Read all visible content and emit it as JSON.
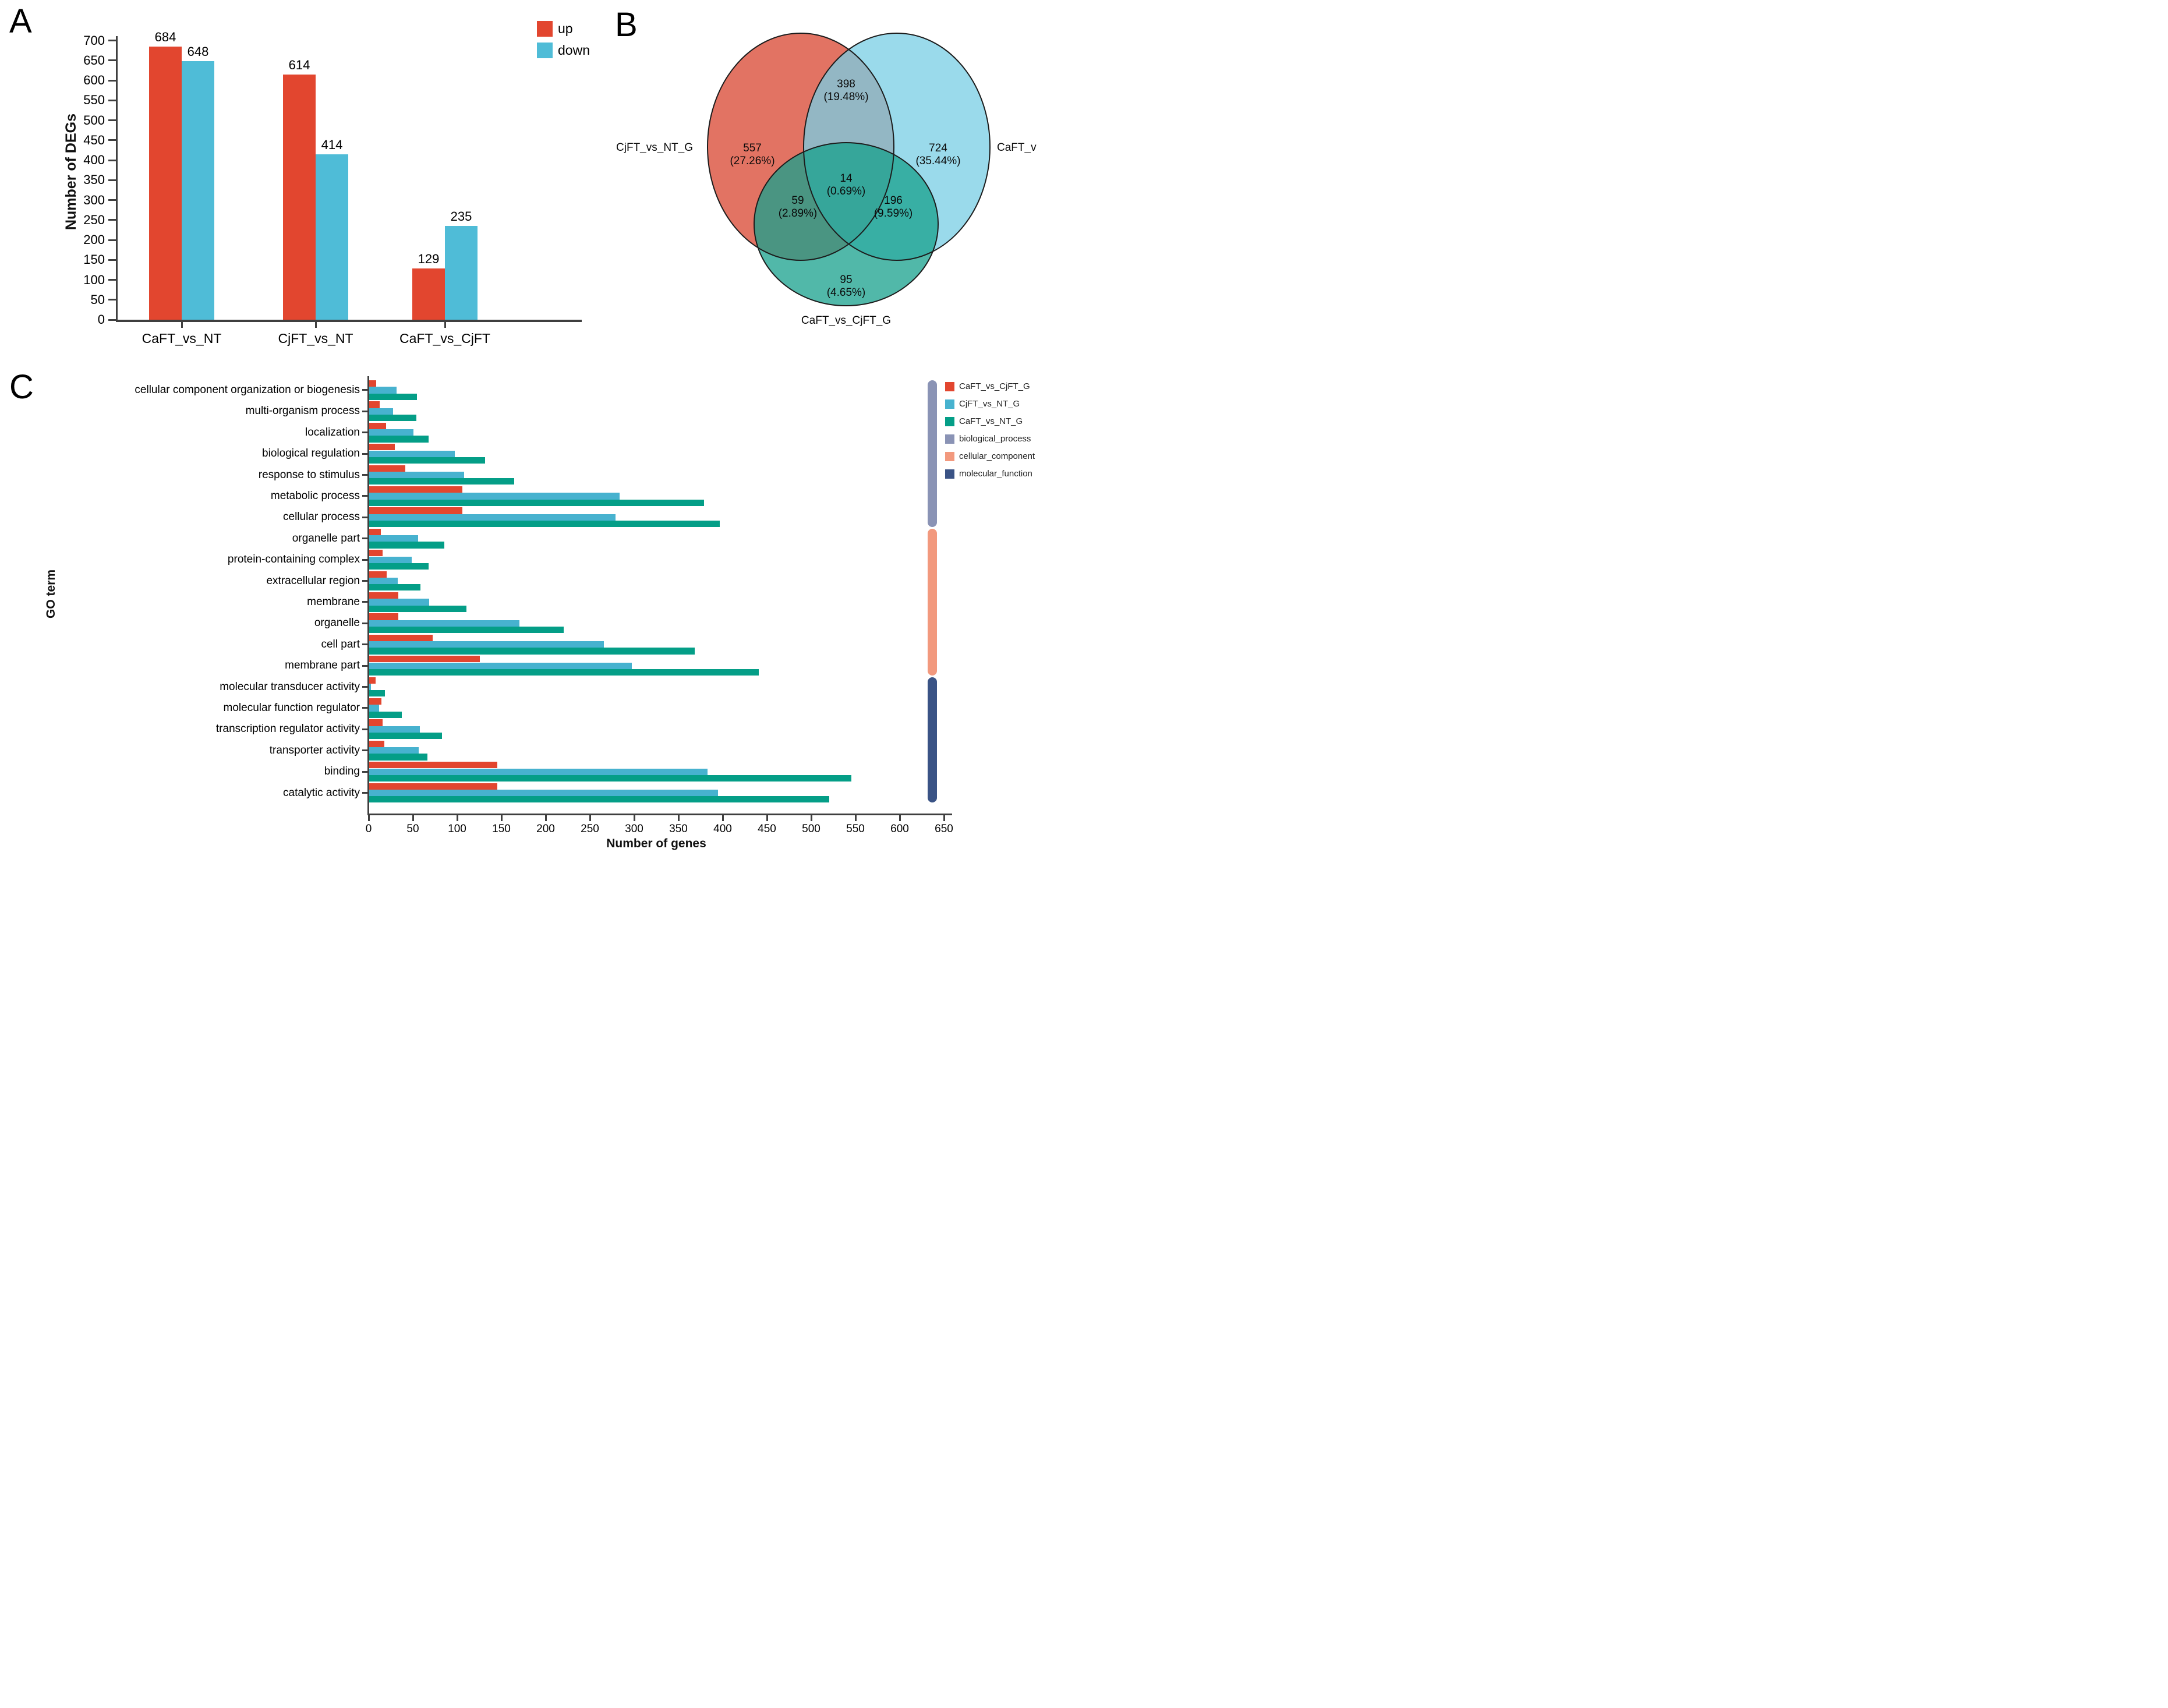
{
  "figure": {
    "panel_letters": {
      "a": "A",
      "b": "B",
      "c": "C"
    }
  },
  "chart_data": [
    {
      "id": "A",
      "type": "bar",
      "title": "",
      "xlabel": "",
      "ylabel": "Number of DEGs",
      "categories": [
        "CaFT_vs_NT",
        "CjFT_vs_NT",
        "CaFT_vs_CjFT"
      ],
      "series": [
        {
          "name": "up",
          "color": "#e2462f",
          "values": [
            684,
            614,
            129
          ]
        },
        {
          "name": "down",
          "color": "#4fbcd7",
          "values": [
            648,
            414,
            235
          ]
        }
      ],
      "ylim": [
        0,
        700
      ],
      "ytick_step": 50,
      "grid": false,
      "legend_position": "top-right",
      "bar_value_labels": true
    },
    {
      "id": "B",
      "type": "venn",
      "sets": [
        {
          "label": "CjFT_vs_NT_G",
          "position": "left"
        },
        {
          "label": "CaFT_vs_NT_G",
          "position": "right"
        },
        {
          "label": "CaFT_vs_CjFT_G",
          "position": "bottom"
        }
      ],
      "colors": {
        "left": "#df6452",
        "right": "#78cde4",
        "bottom": "#17a08c"
      },
      "regions": {
        "left_only": {
          "value": "557",
          "percent": "(27.26%)"
        },
        "right_only": {
          "value": "724",
          "percent": "(35.44%)"
        },
        "left_right": {
          "value": "398",
          "percent": "(19.48%)"
        },
        "center": {
          "value": "14",
          "percent": "(0.69%)"
        },
        "left_bottom": {
          "value": "59",
          "percent": "(2.89%)"
        },
        "right_bottom": {
          "value": "196",
          "percent": "(9.59%)"
        },
        "bottom_only": {
          "value": "95",
          "percent": "(4.65%)"
        }
      }
    },
    {
      "id": "C",
      "type": "bar",
      "orientation": "horizontal",
      "title": "",
      "xlabel": "Number of genes",
      "ylabel": "GO term",
      "xlim": [
        0,
        650
      ],
      "xtick_step": 50,
      "series_names": [
        "CaFT_vs_CjFT_G",
        "CjFT_vs_NT_G",
        "CaFT_vs_NT_G"
      ],
      "series_colors": [
        "#e2462f",
        "#47b2cf",
        "#049e87"
      ],
      "terms": [
        {
          "label": "cellular component organization or biogenesis",
          "values": [
            8,
            31,
            54
          ],
          "category": "biological_process"
        },
        {
          "label": "multi-organism process",
          "values": [
            12,
            27,
            53
          ],
          "category": "biological_process"
        },
        {
          "label": "localization",
          "values": [
            19,
            50,
            67
          ],
          "category": "biological_process"
        },
        {
          "label": "biological regulation",
          "values": [
            29,
            97,
            131
          ],
          "category": "biological_process"
        },
        {
          "label": "response to stimulus",
          "values": [
            41,
            107,
            164
          ],
          "category": "biological_process"
        },
        {
          "label": "metabolic process",
          "values": [
            105,
            283,
            378
          ],
          "category": "biological_process"
        },
        {
          "label": "cellular process",
          "values": [
            105,
            278,
            396
          ],
          "category": "biological_process"
        },
        {
          "label": "organelle part",
          "values": [
            13,
            55,
            85
          ],
          "category": "cellular_component"
        },
        {
          "label": "protein-containing complex",
          "values": [
            15,
            48,
            67
          ],
          "category": "cellular_component"
        },
        {
          "label": "extracellular region",
          "values": [
            20,
            32,
            58
          ],
          "category": "cellular_component"
        },
        {
          "label": "membrane",
          "values": [
            33,
            68,
            110
          ],
          "category": "cellular_component"
        },
        {
          "label": "organelle",
          "values": [
            33,
            170,
            220
          ],
          "category": "cellular_component"
        },
        {
          "label": "cell part",
          "values": [
            72,
            265,
            368
          ],
          "category": "cellular_component"
        },
        {
          "label": "membrane part",
          "values": [
            125,
            297,
            440
          ],
          "category": "cellular_component"
        },
        {
          "label": "molecular transducer activity",
          "values": [
            7,
            2,
            18
          ],
          "category": "molecular_function"
        },
        {
          "label": "molecular function regulator",
          "values": [
            14,
            11,
            37
          ],
          "category": "molecular_function"
        },
        {
          "label": "transcription regulator activity",
          "values": [
            15,
            57,
            82
          ],
          "category": "molecular_function"
        },
        {
          "label": "transporter activity",
          "values": [
            17,
            56,
            66
          ],
          "category": "molecular_function"
        },
        {
          "label": "binding",
          "values": [
            145,
            382,
            545
          ],
          "category": "molecular_function"
        },
        {
          "label": "catalytic activity",
          "values": [
            145,
            394,
            520
          ],
          "category": "molecular_function"
        }
      ],
      "categories": [
        {
          "label": "biological_process",
          "color": "#8a93b5",
          "count": 7
        },
        {
          "label": "cellular_component",
          "color": "#f2997e",
          "count": 7
        },
        {
          "label": "molecular_function",
          "color": "#3a5385",
          "count": 6
        }
      ],
      "legend": [
        {
          "label": "CaFT_vs_CjFT_G",
          "color": "#e2462f"
        },
        {
          "label": "CjFT_vs_NT_G",
          "color": "#47b2cf"
        },
        {
          "label": "CaFT_vs_NT_G",
          "color": "#049e87"
        },
        {
          "label": "biological_process",
          "color": "#8a93b5"
        },
        {
          "label": "cellular_component",
          "color": "#f2997e"
        },
        {
          "label": "molecular_function",
          "color": "#3a5385"
        }
      ]
    }
  ]
}
